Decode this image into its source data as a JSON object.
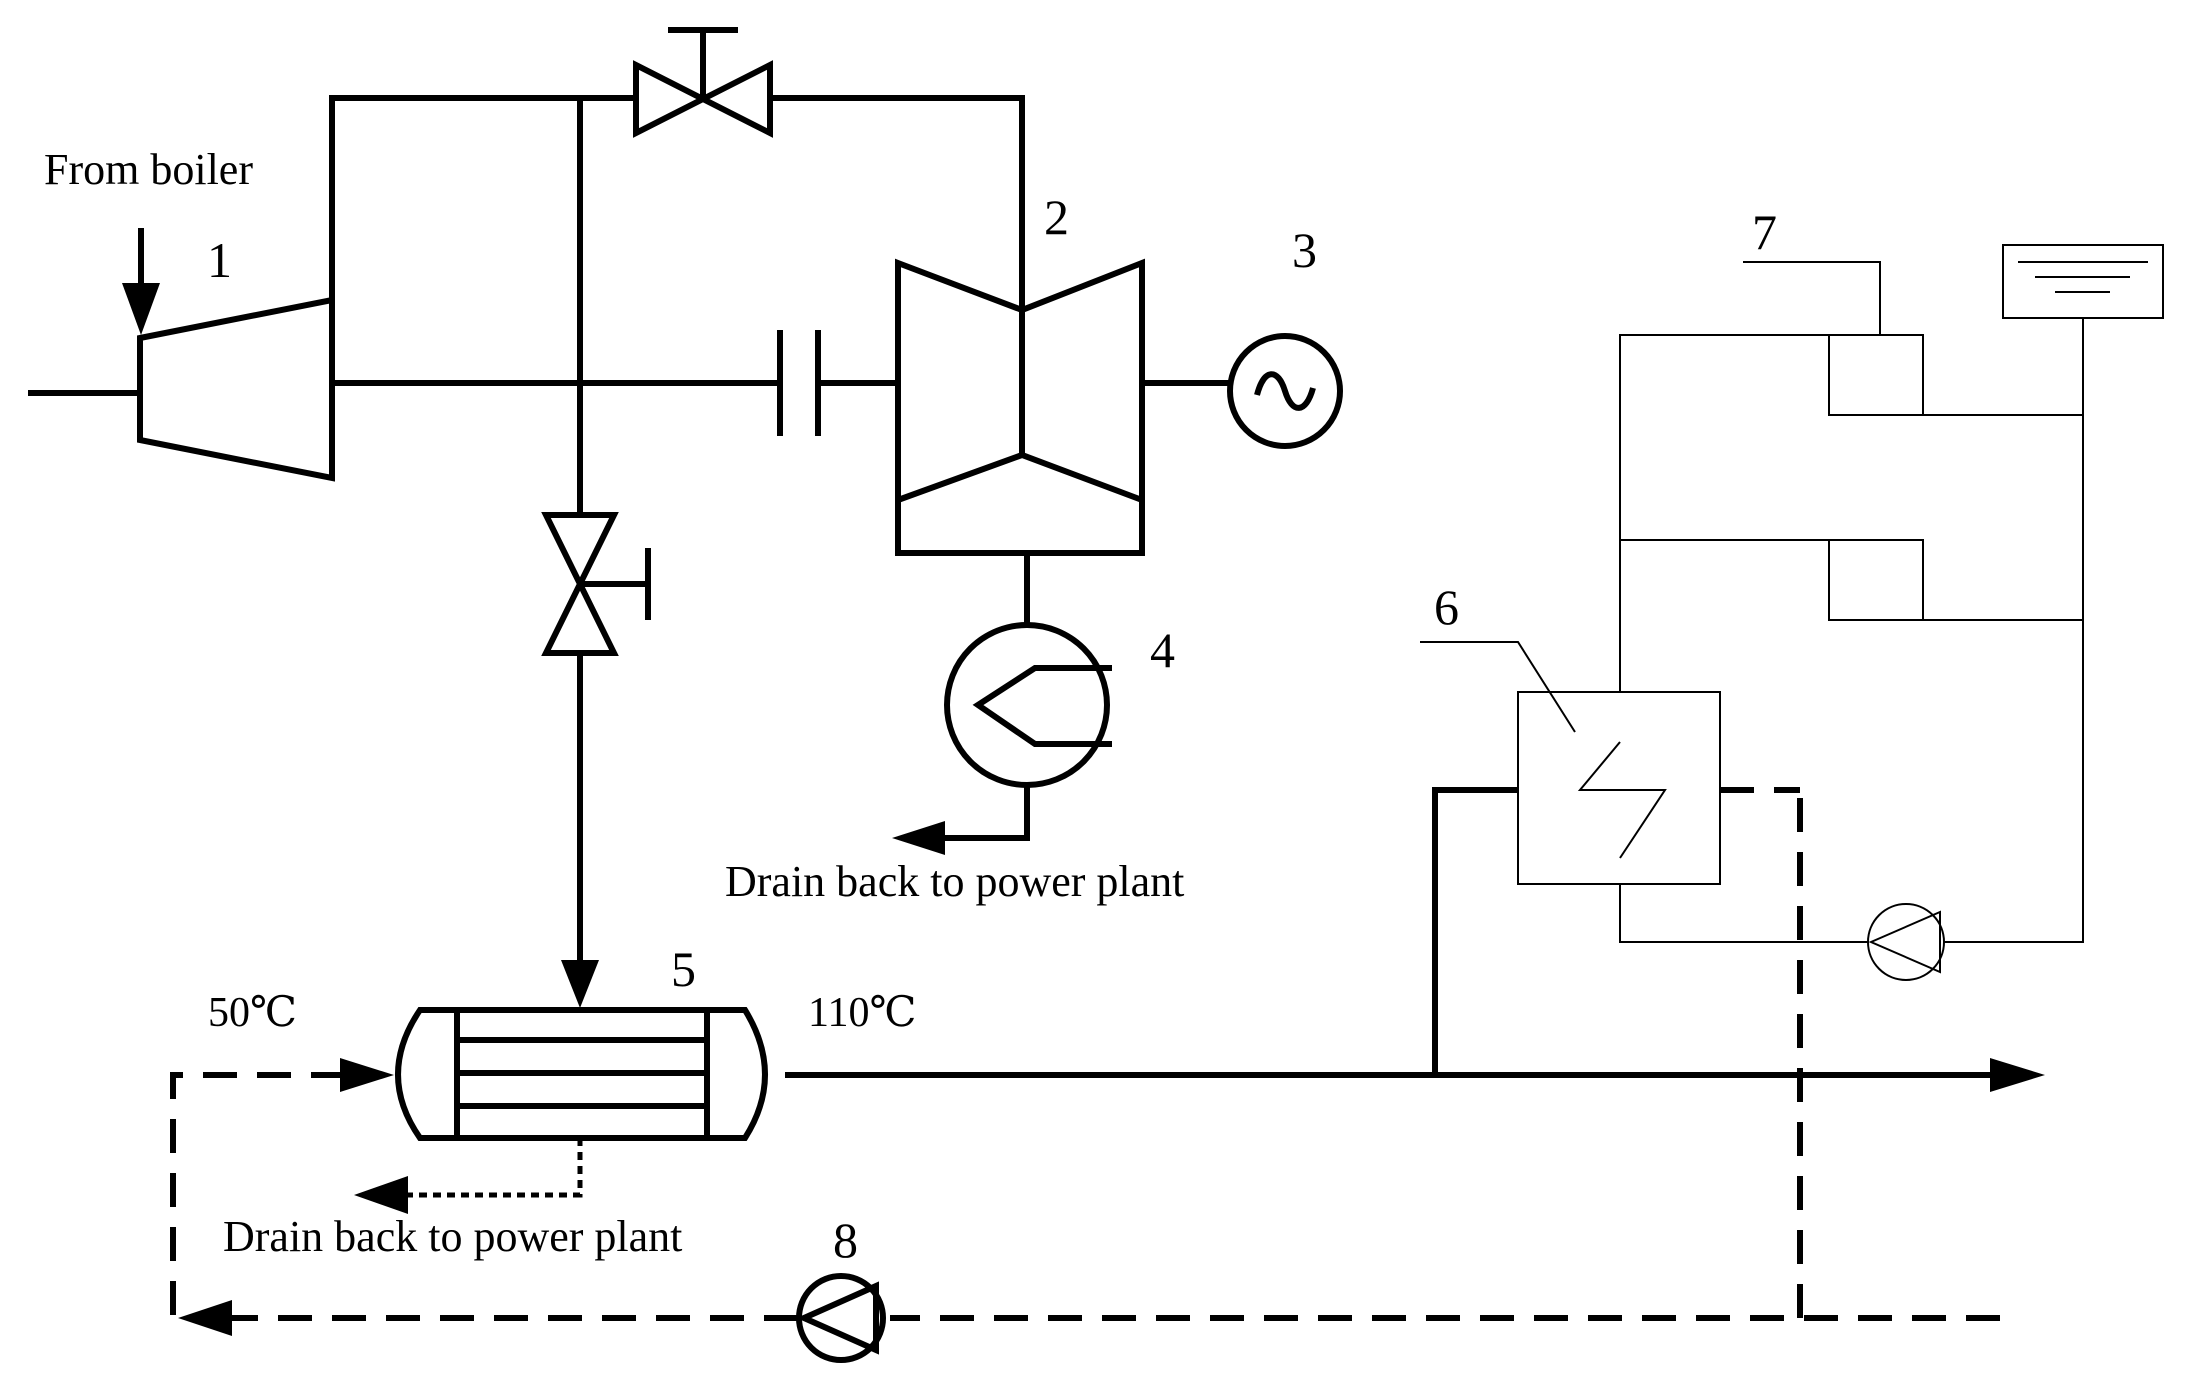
{
  "labels": {
    "from_boiler": "From boiler",
    "drain_condenser": "Drain back to power plant",
    "drain_heater": "Drain back to power plant",
    "temp_in": "50℃",
    "temp_out": "110℃"
  },
  "components": [
    {
      "id": "1",
      "name": "1"
    },
    {
      "id": "2",
      "name": "2"
    },
    {
      "id": "3",
      "name": "3"
    },
    {
      "id": "4",
      "name": "4"
    },
    {
      "id": "5",
      "name": "5"
    },
    {
      "id": "6",
      "name": "6"
    },
    {
      "id": "7",
      "name": "7"
    },
    {
      "id": "8",
      "name": "8"
    }
  ],
  "colors": {
    "line": "#000000",
    "background": "#ffffff"
  }
}
